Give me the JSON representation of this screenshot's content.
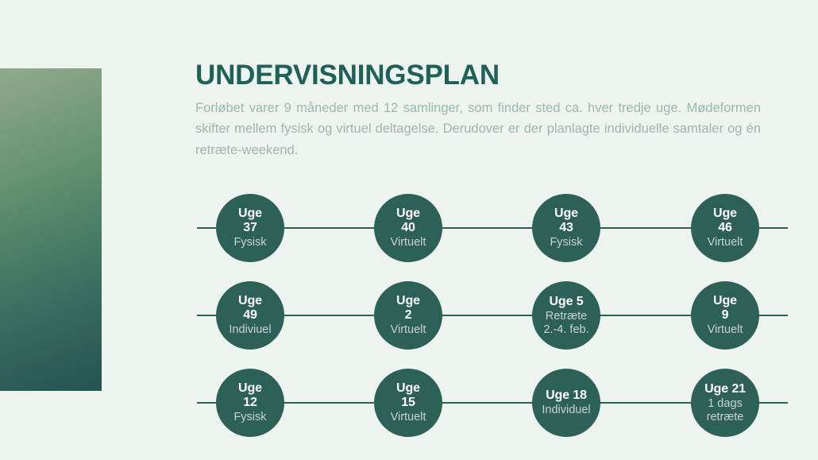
{
  "slide": {
    "background_color": "#edf3ef",
    "accent_color": "#2d6158",
    "title_color": "#1f6157",
    "subtitle_color": "#9fb5ae",
    "node_text_color": "#ffffff",
    "node_label_color": "#c9d3d0"
  },
  "header": {
    "title": "UNDERVISNINGSPLAN",
    "subtitle": "Forløbet varer 9 måneder med 12 samlinger, som finder sted ca. hver tredje uge. Mødeformen skifter mellem fysisk og virtuel deltagelse. Derudover er der planlagte individuelle samtaler og én retræte-weekend."
  },
  "decoration": {
    "gradient_panel": {
      "from": "#8fab8c",
      "to": "#235450"
    }
  },
  "timeline": {
    "rows": [
      {
        "nodes": [
          {
            "week": "Uge\n37",
            "label": "Fysisk"
          },
          {
            "week": "Uge\n40",
            "label": "Virtuelt"
          },
          {
            "week": "Uge\n43",
            "label": "Fysisk"
          },
          {
            "week": "Uge\n46",
            "label": "Virtuelt"
          }
        ]
      },
      {
        "nodes": [
          {
            "week": "Uge\n49",
            "label": "Indiviuel"
          },
          {
            "week": "Uge\n2",
            "label": "Virtuelt"
          },
          {
            "week": "Uge 5",
            "label": "Retræte\n2.-4. feb."
          },
          {
            "week": "Uge\n9",
            "label": "Virtuelt"
          }
        ]
      },
      {
        "nodes": [
          {
            "week": "Uge\n12",
            "label": "Fysisk"
          },
          {
            "week": "Uge\n15",
            "label": "Virtuelt"
          },
          {
            "week": "Uge 18",
            "label": "Individuel"
          },
          {
            "week": "Uge 21",
            "label": "1 dags\nretræte"
          }
        ]
      }
    ]
  }
}
